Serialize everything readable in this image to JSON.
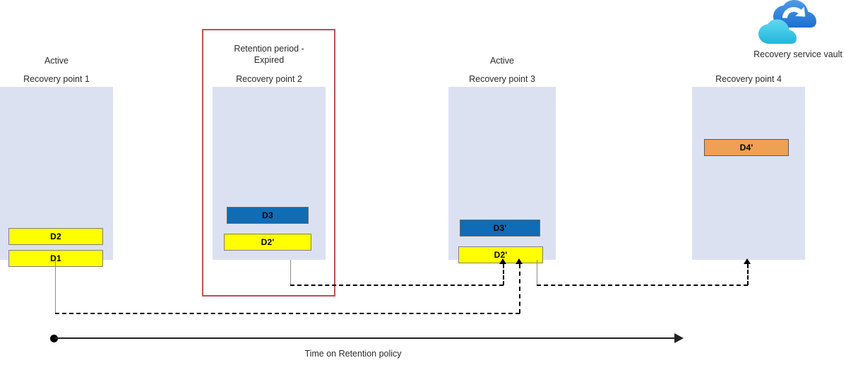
{
  "diagram": {
    "title": "Azure Backup retention and recovery point chain",
    "background": "#ffffff"
  },
  "colors": {
    "box_fill": "#dce1f2",
    "yellow_block": "#ffff00",
    "blue_block": "#0f6cb5",
    "orange_block": "#f0a055",
    "highlight_border": "#c0504d",
    "connector_solid": "#8c8c8c",
    "connector_dashed": "#000000",
    "axis": "#222222",
    "vault_cloud_back": "#3f8fe0",
    "vault_cloud_front": "#3ecbe8"
  },
  "vault": {
    "icon": "recovery-service-vault-icon",
    "caption": "Recovery service vault"
  },
  "recovery_points": [
    {
      "id": "rp1",
      "status": "Active",
      "title": "Recovery point 1",
      "blocks": [
        {
          "label": "D2",
          "color": "yellow"
        },
        {
          "label": "D1",
          "color": "yellow"
        }
      ]
    },
    {
      "id": "rp2",
      "status": "Retention period -\nExpired",
      "title": "Recovery point 2",
      "highlighted": true,
      "blocks": [
        {
          "label": "D3",
          "color": "blue"
        },
        {
          "label": "D2'",
          "color": "yellow"
        }
      ]
    },
    {
      "id": "rp3",
      "status": "Active",
      "title": "Recovery point 3",
      "blocks": [
        {
          "label": "D3'",
          "color": "blue"
        },
        {
          "label": "D2'",
          "color": "yellow"
        }
      ]
    },
    {
      "id": "rp4",
      "status": "",
      "title": "Recovery point 4",
      "blocks": [
        {
          "label": "D4'",
          "color": "orange"
        }
      ]
    }
  ],
  "connectors": [
    {
      "name": "rp1-to-rp3",
      "from": "rp1",
      "to": "rp3",
      "style": "dashed-arrow"
    },
    {
      "name": "rp2-to-rp3",
      "from": "rp2",
      "to": "rp3",
      "style": "dashed-arrow"
    },
    {
      "name": "rp3-to-rp4",
      "from": "rp3",
      "to": "rp4",
      "style": "dashed-arrow"
    }
  ],
  "timeline": {
    "label": "Time on Retention policy",
    "direction": "left-to-right"
  }
}
